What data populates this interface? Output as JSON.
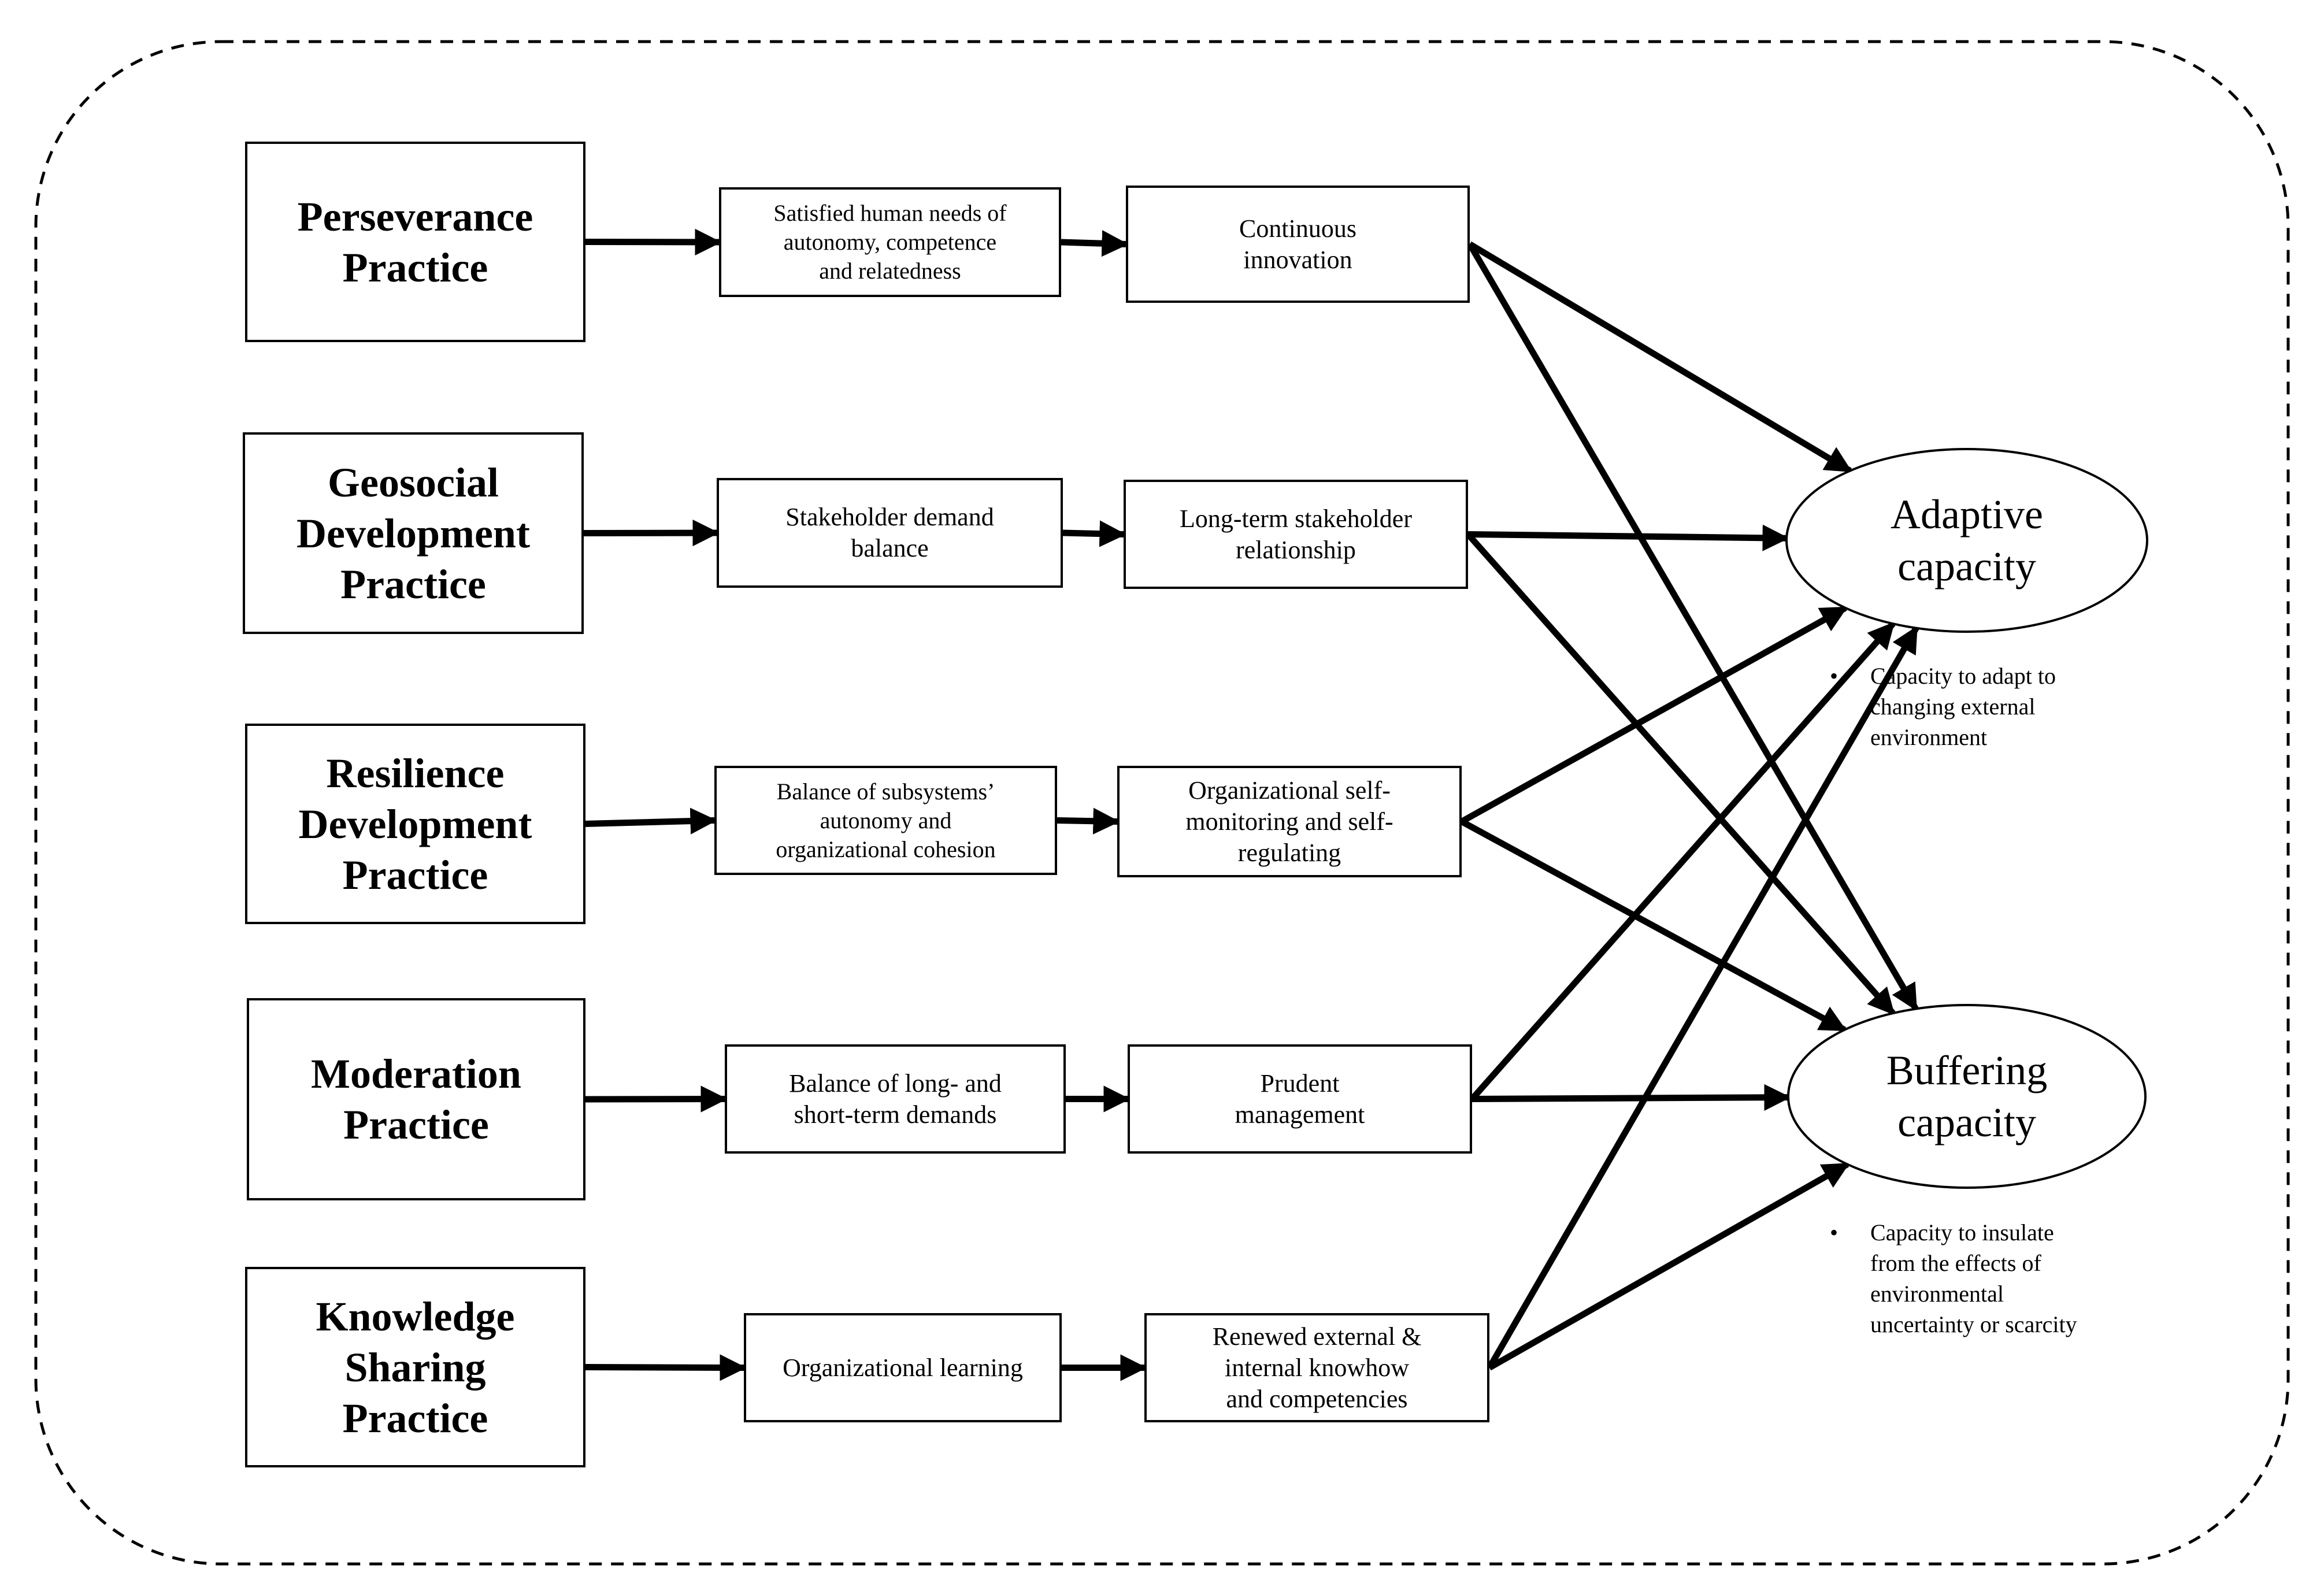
{
  "practices": [
    {
      "id": "p1",
      "label": "Perseverance\nPractice"
    },
    {
      "id": "p2",
      "label": "Geosocial\nDevelopment\nPractice"
    },
    {
      "id": "p3",
      "label": "Resilience\nDevelopment\nPractice"
    },
    {
      "id": "p4",
      "label": "Moderation\nPractice"
    },
    {
      "id": "p5",
      "label": "Knowledge\nSharing\nPractice"
    }
  ],
  "mechanisms": [
    {
      "id": "m1",
      "label": "Satisfied human needs of\nautonomy, competence\nand relatedness"
    },
    {
      "id": "m2",
      "label": "Stakeholder demand\nbalance"
    },
    {
      "id": "m3",
      "label": "Balance of subsystems’\nautonomy and\norganizational cohesion"
    },
    {
      "id": "m4",
      "label": "Balance of long- and\nshort-term demands"
    },
    {
      "id": "m5",
      "label": "Organizational learning"
    }
  ],
  "results": [
    {
      "id": "r1",
      "label": "Continuous\ninnovation"
    },
    {
      "id": "r2",
      "label": "Long-term stakeholder\nrelationship"
    },
    {
      "id": "r3",
      "label": "Organizational self-\nmonitoring and self-\nregulating"
    },
    {
      "id": "r4",
      "label": "Prudent\nmanagement"
    },
    {
      "id": "r5",
      "label": "Renewed external &\ninternal knowhow\nand competencies"
    }
  ],
  "outcomes": [
    {
      "id": "adaptive",
      "label": "Adaptive\ncapacity",
      "bullet": "Capacity to adapt to\nchanging external\nenvironment"
    },
    {
      "id": "buffering",
      "label": "Buffering\ncapacity",
      "bullet": "Capacity to insulate\nfrom the effects of\nenvironmental\nuncertainty or scarcity"
    }
  ],
  "bullet_symbol": "•",
  "edges": [
    [
      "p1",
      "m1"
    ],
    [
      "m1",
      "r1"
    ],
    [
      "p2",
      "m2"
    ],
    [
      "m2",
      "r2"
    ],
    [
      "p3",
      "m3"
    ],
    [
      "m3",
      "r3"
    ],
    [
      "p4",
      "m4"
    ],
    [
      "m4",
      "r4"
    ],
    [
      "p5",
      "m5"
    ],
    [
      "m5",
      "r5"
    ],
    [
      "r1",
      "adaptive"
    ],
    [
      "r1",
      "buffering"
    ],
    [
      "r2",
      "adaptive"
    ],
    [
      "r2",
      "buffering"
    ],
    [
      "r3",
      "adaptive"
    ],
    [
      "r3",
      "buffering"
    ],
    [
      "r4",
      "adaptive"
    ],
    [
      "r4",
      "buffering"
    ],
    [
      "r5",
      "adaptive"
    ],
    [
      "r5",
      "buffering"
    ]
  ]
}
